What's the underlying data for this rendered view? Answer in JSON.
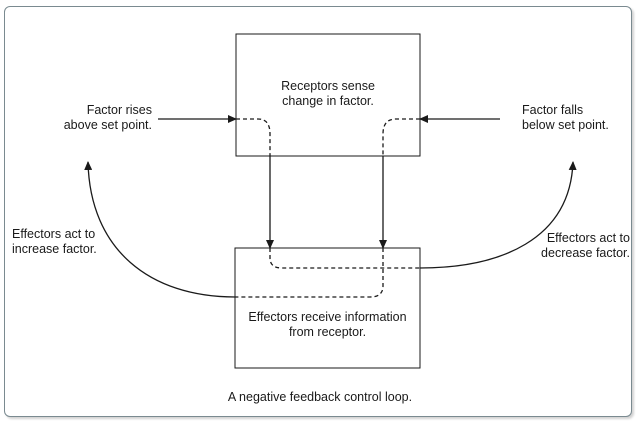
{
  "diagram": {
    "receptor_box": "Receptors sense\nchange in factor.",
    "effector_box": "Effectors receive information\nfrom receptor.",
    "left_top": "Factor rises\nabove set point.",
    "right_top": "Factor falls\nbelow set point.",
    "left_mid": "Effectors act to\nincrease factor.",
    "right_mid": "Effectors act to\ndecrease factor.",
    "caption": "A negative feedback control loop."
  },
  "colors": {
    "line": "#1a1a1a",
    "border": "#7a8a90"
  }
}
